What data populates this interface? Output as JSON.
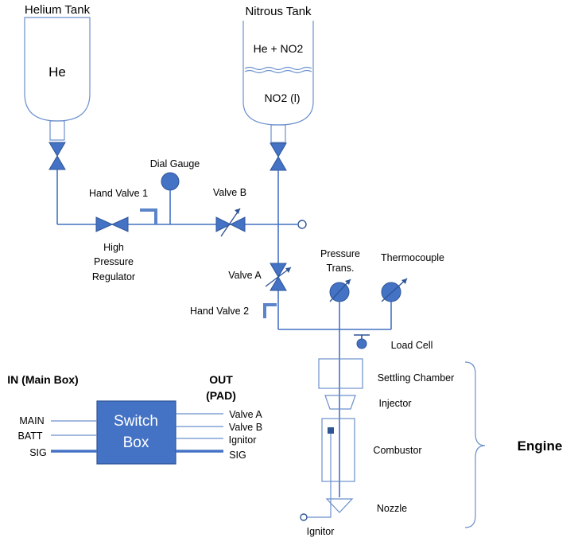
{
  "colors": {
    "line": "#4472C4",
    "fill": "#4472C4",
    "switch_box": "#4472C4",
    "text": "#000000",
    "background": "#FFFFFF"
  },
  "tanks": {
    "helium": {
      "title": "Helium Tank",
      "content": "He"
    },
    "nitrous": {
      "title": "Nitrous Tank",
      "gas": "He + NO2",
      "liquid": "NO2 (l)"
    }
  },
  "labels": {
    "dial_gauge": "Dial Gauge",
    "hand_valve_1": "Hand Valve 1",
    "valve_b": "Valve B",
    "regulator": [
      "High",
      "Pressure",
      "Regulator"
    ],
    "valve_a": "Valve A",
    "hand_valve_2": "Hand Valve 2",
    "pressure_trans": [
      "Pressure",
      "Trans."
    ],
    "thermocouple": "Thermocouple",
    "load_cell": "Load Cell",
    "settling_chamber": "Settling Chamber",
    "injector": "Injector",
    "combustor": "Combustor",
    "nozzle": "Nozzle",
    "ignitor": "Ignitor",
    "engine": "Engine"
  },
  "switch_box": {
    "label": [
      "Switch",
      "Box"
    ],
    "in_title": "IN (Main Box)",
    "out_title": [
      "OUT",
      "(PAD)"
    ],
    "inputs": [
      "MAIN",
      "BATT",
      "SIG"
    ],
    "outputs": [
      "Valve A",
      "Valve B",
      "Ignitor",
      "SIG"
    ]
  }
}
